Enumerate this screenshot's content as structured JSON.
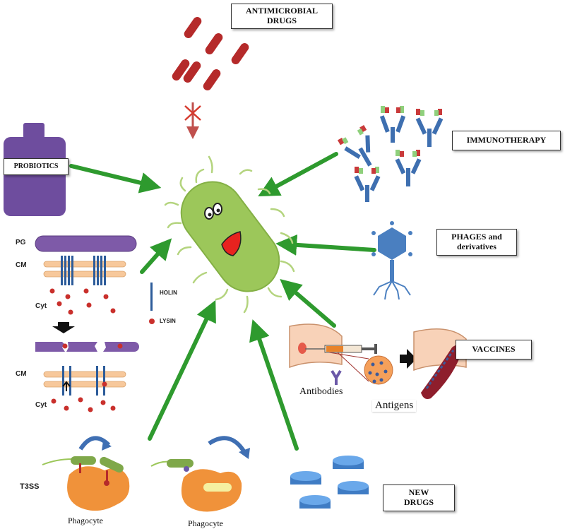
{
  "labels": {
    "antimicrobial_line1": "ANTIMICROBIAL",
    "antimicrobial_line2": "DRUGS",
    "immunotherapy": "IMMUNOTHERAPY",
    "probiotics": "PROBIOTICS",
    "phages_line1": "PHAGES and",
    "phages_line2": "derivatives",
    "vaccines": "VACCINES",
    "new_drugs_line1": "NEW",
    "new_drugs_line2": "DRUGS",
    "antibodies": "Antibodies",
    "antigens": "Antigens",
    "pg": "PG",
    "cm_top": "CM",
    "cyt_top": "Cyt",
    "cm_bottom": "CM",
    "cyt_bottom": "Cyt",
    "holin": "HOLIN",
    "lysin": "LYSIN",
    "t3ss": "T3SS",
    "phagocyte_left": "Phagocyte",
    "phagocyte_right": "Phagocyte"
  },
  "colors": {
    "arrow": "#2e9a2e",
    "bacterium": "#9cc75a",
    "drug_pill": "#b52a2a",
    "antibody": "#3e6fb0",
    "phage": "#4a7fc0",
    "tablet": "#5b9be0",
    "phagocyte": "#f0923a",
    "membrane": "#f7c89b",
    "peptidoglycan": "#7e5aa8",
    "holin": "#2d5c9a",
    "probiotic_bottle": "#6e4d9e"
  }
}
